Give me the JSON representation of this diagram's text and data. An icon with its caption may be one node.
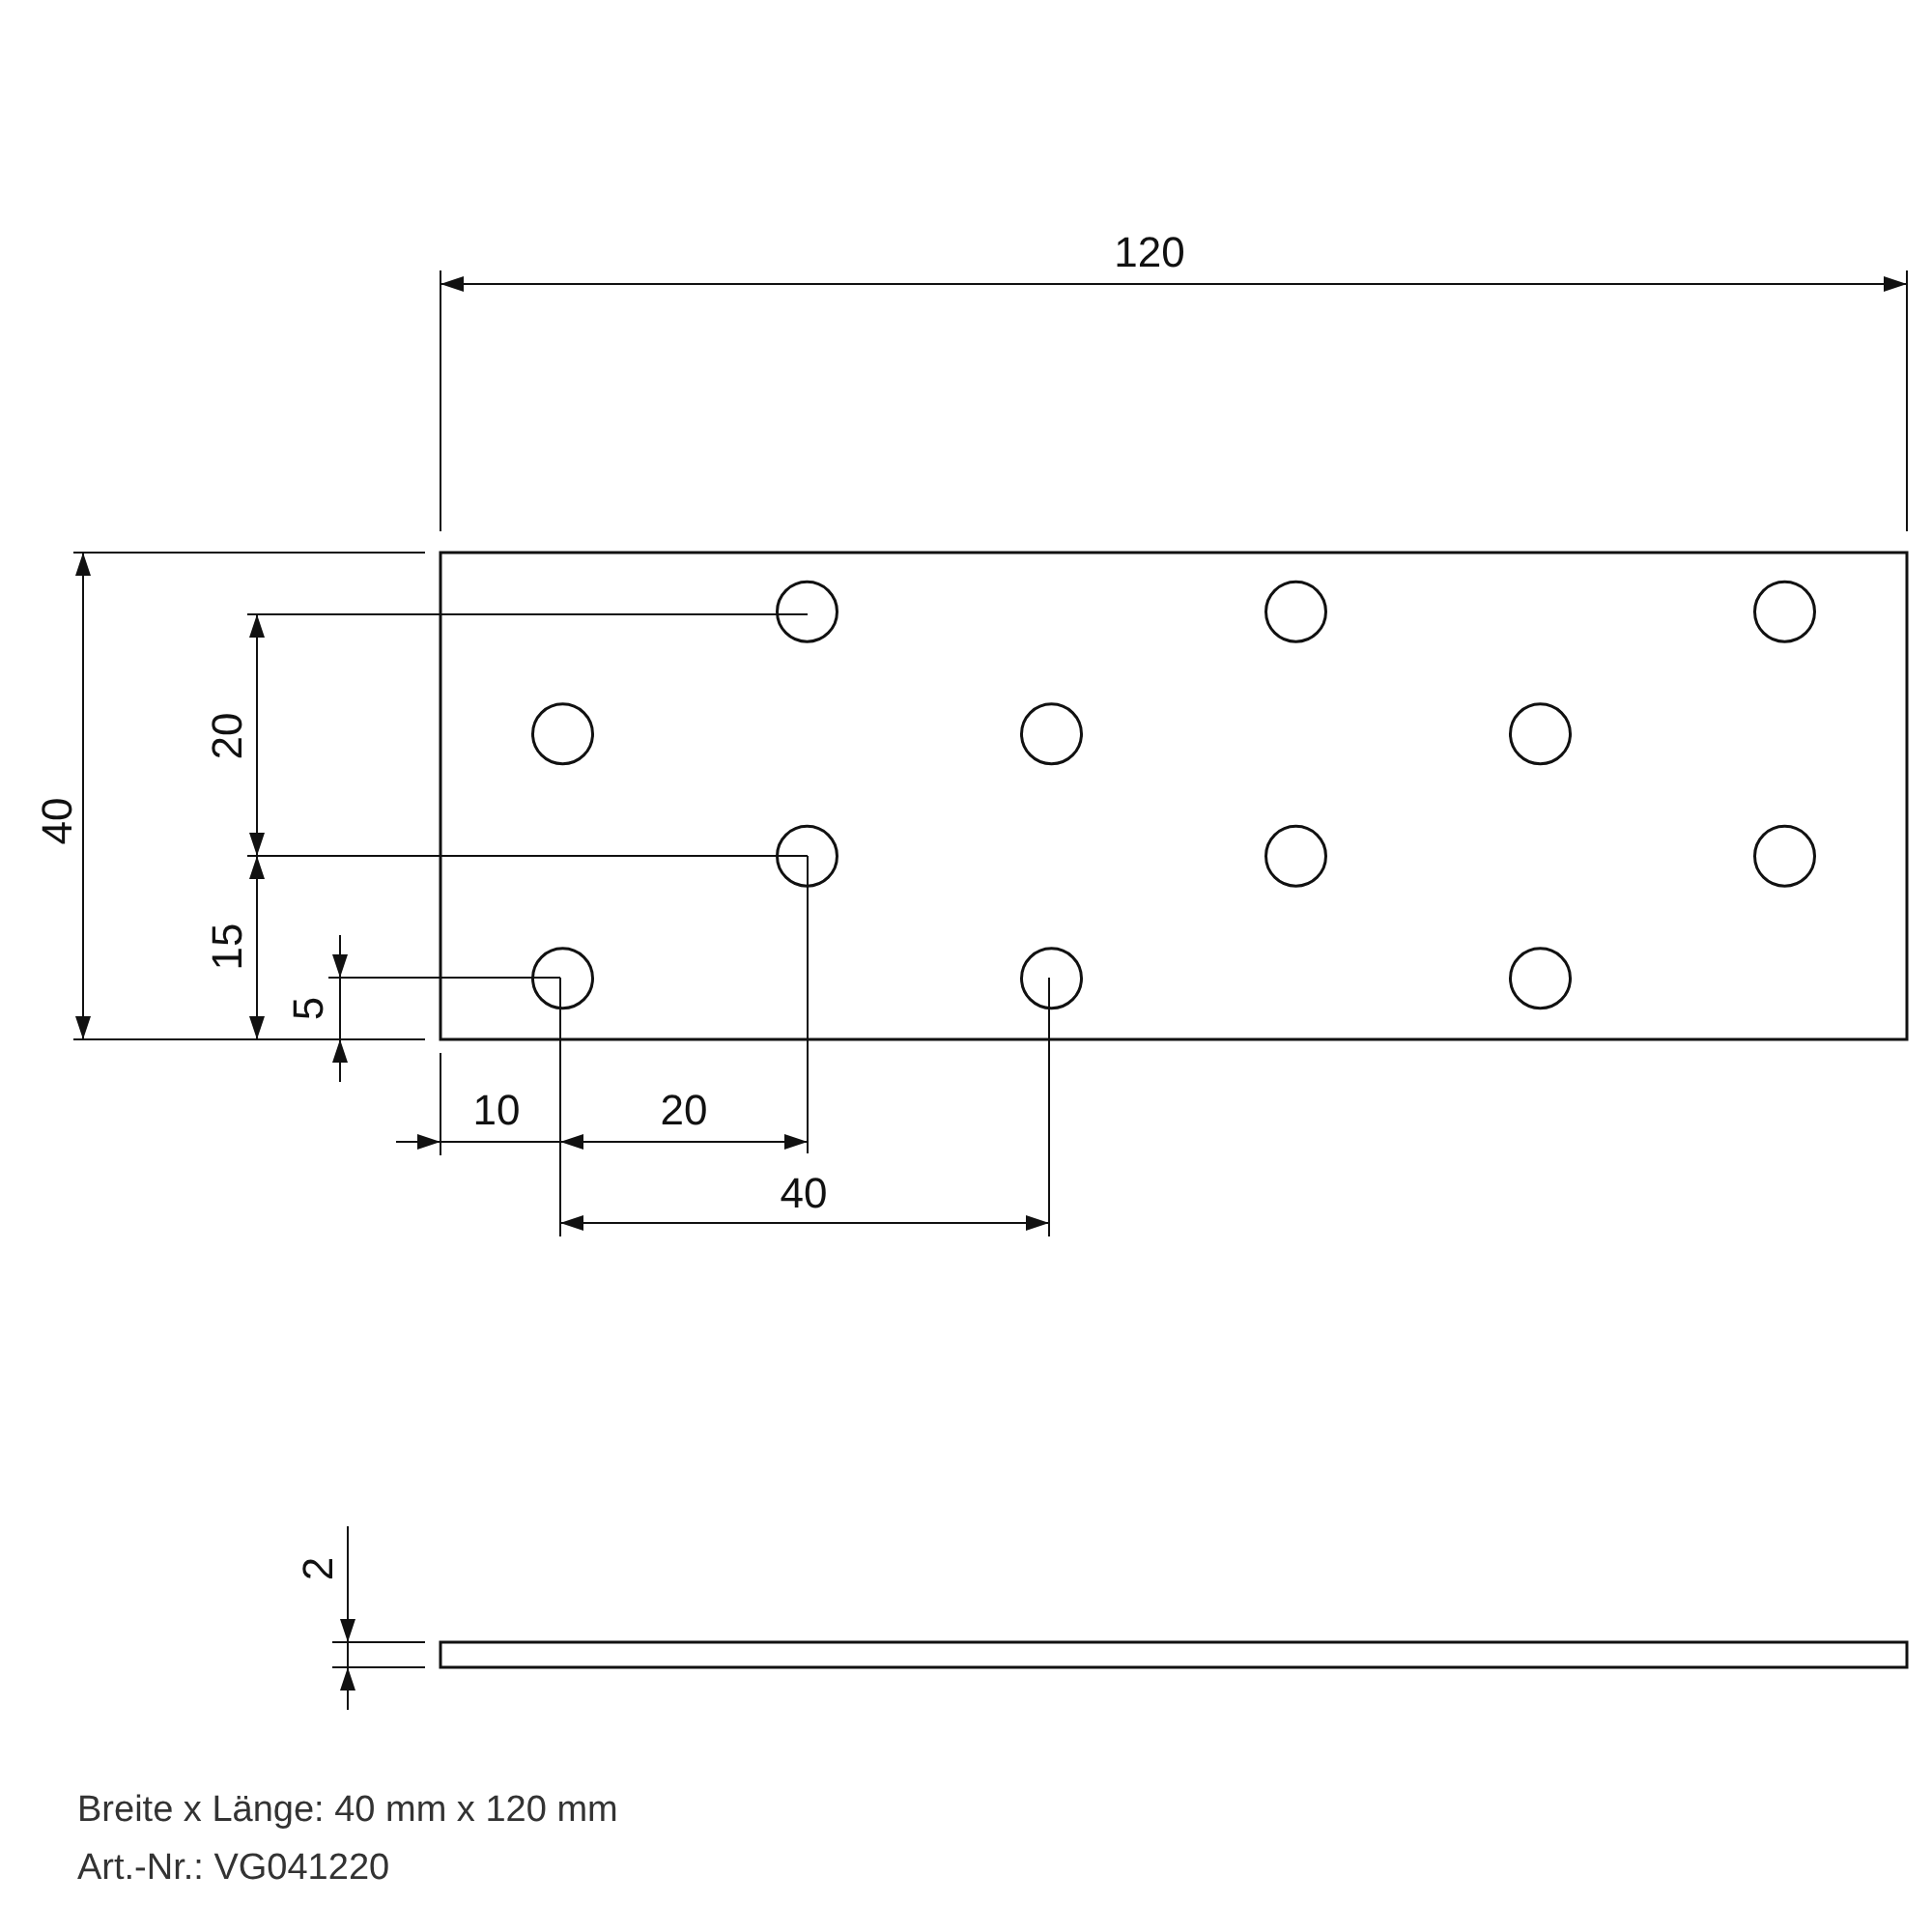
{
  "diagram": {
    "labels": [
      "120",
      "40",
      "20",
      "15",
      "5",
      "10",
      "20",
      "40",
      "2",
      "Breite x Länge: 40 mm x 120 mm",
      "Art.-Nr.: VG041220"
    ]
  }
}
